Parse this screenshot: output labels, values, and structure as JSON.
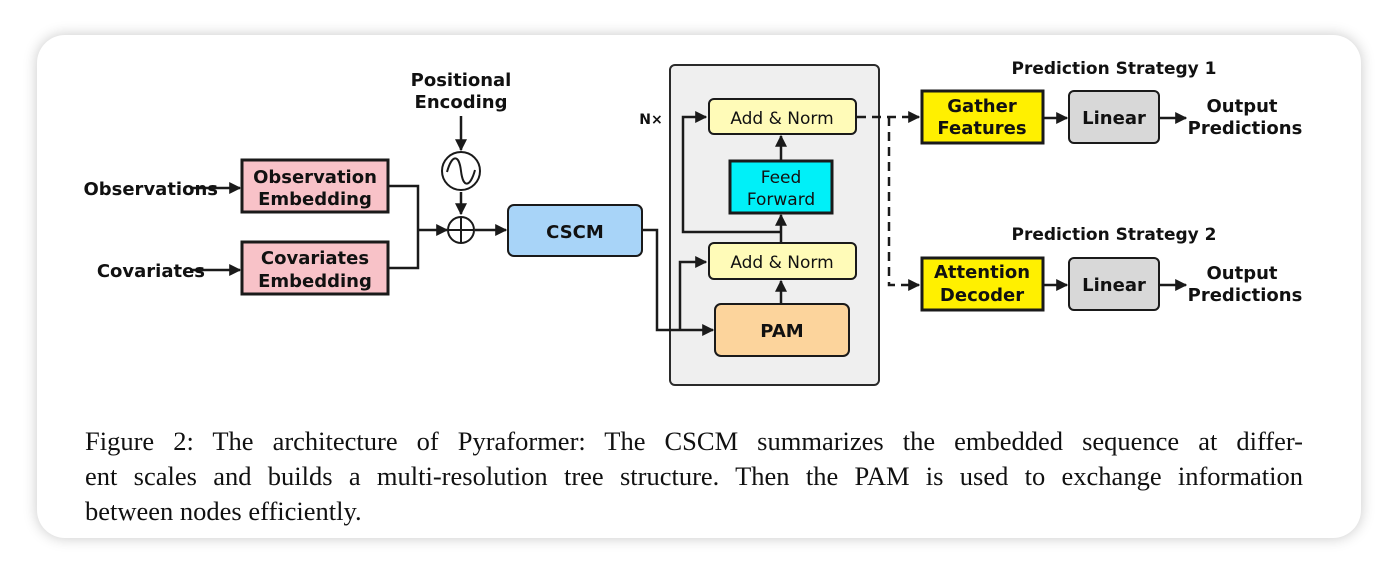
{
  "inputs": {
    "observations": "Observations",
    "covariates": "Covariates"
  },
  "embeddings": {
    "observation": [
      "Observation",
      "Embedding"
    ],
    "covariates": [
      "Covariates",
      "Embedding"
    ]
  },
  "positional_encoding": [
    "Positional",
    "Encoding"
  ],
  "cscm": "CSCM",
  "encoder": {
    "repeat": "N×",
    "add_norm_top": "Add & Norm",
    "feed_forward": [
      "Feed",
      "Forward"
    ],
    "add_norm_bottom": "Add & Norm",
    "pam": "PAM"
  },
  "strategy1": {
    "title": "Prediction Strategy 1",
    "block": [
      "Gather",
      "Features"
    ],
    "linear": "Linear",
    "output": [
      "Output",
      "Predictions"
    ]
  },
  "strategy2": {
    "title": "Prediction Strategy 2",
    "block": [
      "Attention",
      "Decoder"
    ],
    "linear": "Linear",
    "output": [
      "Output",
      "Predictions"
    ]
  },
  "caption": {
    "line1": "Figure 2: The architecture of Pyraformer: The CSCM summarizes the embedded sequence at differ-",
    "line2": "ent scales and builds a multi-resolution tree structure. Then the PAM is used to exchange information",
    "line3": "between nodes efficiently."
  },
  "colors": {
    "embedding": "#f8c2c8",
    "cscm": "#a8d4f8",
    "add_norm": "#fffbb8",
    "feed_forward": "#00f0f8",
    "pam": "#fcd49c",
    "strategy_block": "#fff000",
    "linear": "#d8d8d8",
    "encoder_bg": "#efefef"
  }
}
